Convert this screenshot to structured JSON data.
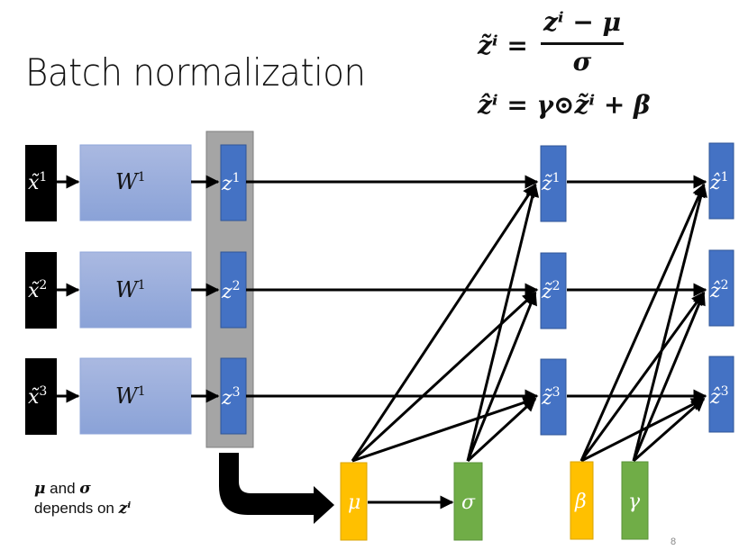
{
  "slide": {
    "title": "Batch normalization",
    "page_number": "8"
  },
  "formulas": {
    "f1_lhs": "z̃ⁱ =",
    "f1_numerator": "zⁱ − μ",
    "f1_denominator": "σ",
    "f2": "ẑⁱ = γ⊙z̃ⁱ + β"
  },
  "note": {
    "line1_mu": "μ",
    "line1_and": " and ",
    "line1_sigma": "σ",
    "line2_text": "depends on ",
    "line2_z": "zⁱ"
  },
  "rows": [
    {
      "input": "x̃",
      "input_sup": "1",
      "weight": "W",
      "weight_sup": "1",
      "z": "z",
      "z_sup": "1",
      "ztilde": "z̃",
      "ztilde_sup": "1",
      "zhat": "ẑ",
      "zhat_sup": "1"
    },
    {
      "input": "x̃",
      "input_sup": "2",
      "weight": "W",
      "weight_sup": "1",
      "z": "z",
      "z_sup": "2",
      "ztilde": "z̃",
      "ztilde_sup": "2",
      "zhat": "ẑ",
      "zhat_sup": "2"
    },
    {
      "input": "x̃",
      "input_sup": "3",
      "weight": "W",
      "weight_sup": "1",
      "z": "z",
      "z_sup": "3",
      "ztilde": "z̃",
      "ztilde_sup": "3",
      "zhat": "ẑ",
      "zhat_sup": "3"
    }
  ],
  "stats": {
    "mu": "μ",
    "sigma": "σ",
    "beta": "β",
    "gamma": "γ"
  },
  "colors": {
    "input_box": "#000000",
    "weight_box_top": "#aab9e1",
    "weight_box_bottom": "#8aa2d7",
    "z_box": "#4472c4",
    "batch_group": "#a5a5a5",
    "mu_beta": "#ffc000",
    "sigma_gamma": "#70ad47"
  }
}
